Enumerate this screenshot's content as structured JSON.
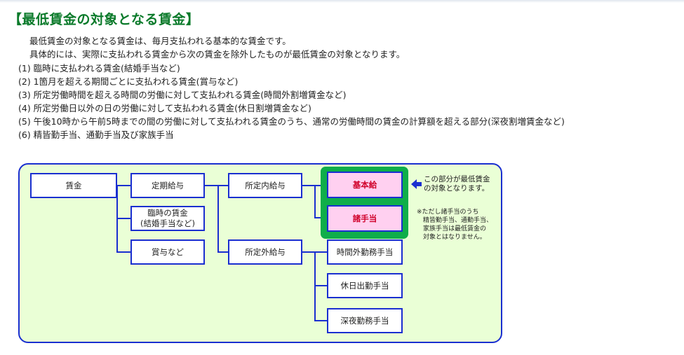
{
  "title": "【最低賃金の対象となる賃金】",
  "intro": [
    "最低賃金の対象となる賃金は、毎月支払われる基本的な賃金です。",
    "具体的には、実際に支払われる賃金から次の賃金を除外したものが最低賃金の対象となります。"
  ],
  "items": [
    "(1)  臨時に支払われる賃金(結婚手当など)",
    "(2)  1箇月を超える期間ごとに支払われる賃金(賞与など)",
    "(3)  所定労働時間を超える時間の労働に対して支払われる賃金(時間外割増賃金など)",
    "(4)  所定労働日以外の日の労働に対して支払われる賃金(休日割増賃金など)",
    "(5)  午後10時から午前5時までの間の労働に対して支払われる賃金のうち、通常の労働時間の賃金の計算額を超える部分(深夜割増賃金など)",
    "(6)  精皆勤手当、通勤手当及び家族手当"
  ],
  "diagram": {
    "wage": "賃金",
    "regular_pay": "定期給与",
    "temporary_wage": "臨時の賃金\n(結婚手当など)",
    "bonus": "賞与など",
    "scheduled_pay": "所定内給与",
    "non_scheduled_pay": "所定外給与",
    "base_pay": "基本給",
    "allowances": "諸手当",
    "overtime": "時間外勤務手当",
    "holiday": "休日出勤手当",
    "night": "深夜勤務手当",
    "note_main": "この部分が最低賃金\nの対象となります。",
    "note_sub": "※ただし諸手当のうち\n　精皆勤手当、通勤手当、\n　家族手当は最低賃金の\n　対象とはなりません。",
    "colors": {
      "border": "#1a2fd0",
      "background": "#eaffd6",
      "highlight": "#0fae4a",
      "pink": "#ffd0f0"
    }
  }
}
